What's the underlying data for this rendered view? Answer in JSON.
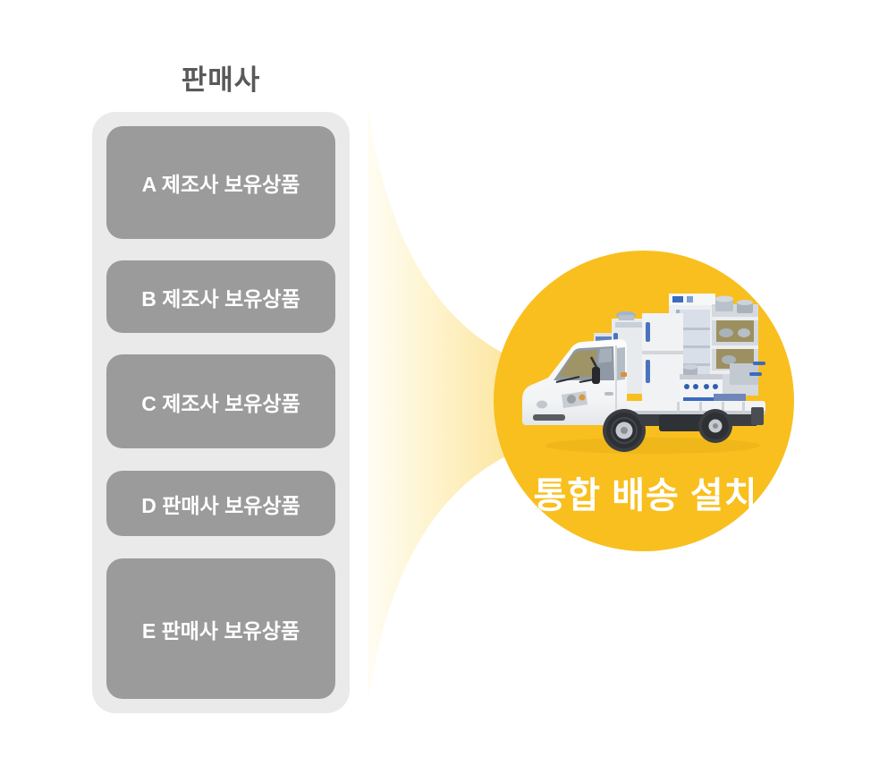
{
  "seller_panel": {
    "title": "판매사",
    "items": [
      {
        "label": "A 제조사 보유상품"
      },
      {
        "label": "B 제조사 보유상품"
      },
      {
        "label": "C 제조사 보유상품"
      },
      {
        "label": "D 판매사 보유상품"
      },
      {
        "label": "E 판매사 보유상품"
      }
    ]
  },
  "delivery": {
    "label": "통합 배송 설치",
    "icon": "delivery-truck-with-appliances-icon"
  },
  "colors": {
    "circle-yellow": "#F8BF1E",
    "funnel-pale": "#FFFDF4",
    "funnel-cream": "#FEF3CC",
    "funnel-gold": "#FACB3F",
    "panel-gray": "#EAEAEA",
    "box-gray": "#9B9B9B",
    "title-gray": "#595959",
    "text-white": "#FFFFFF"
  }
}
